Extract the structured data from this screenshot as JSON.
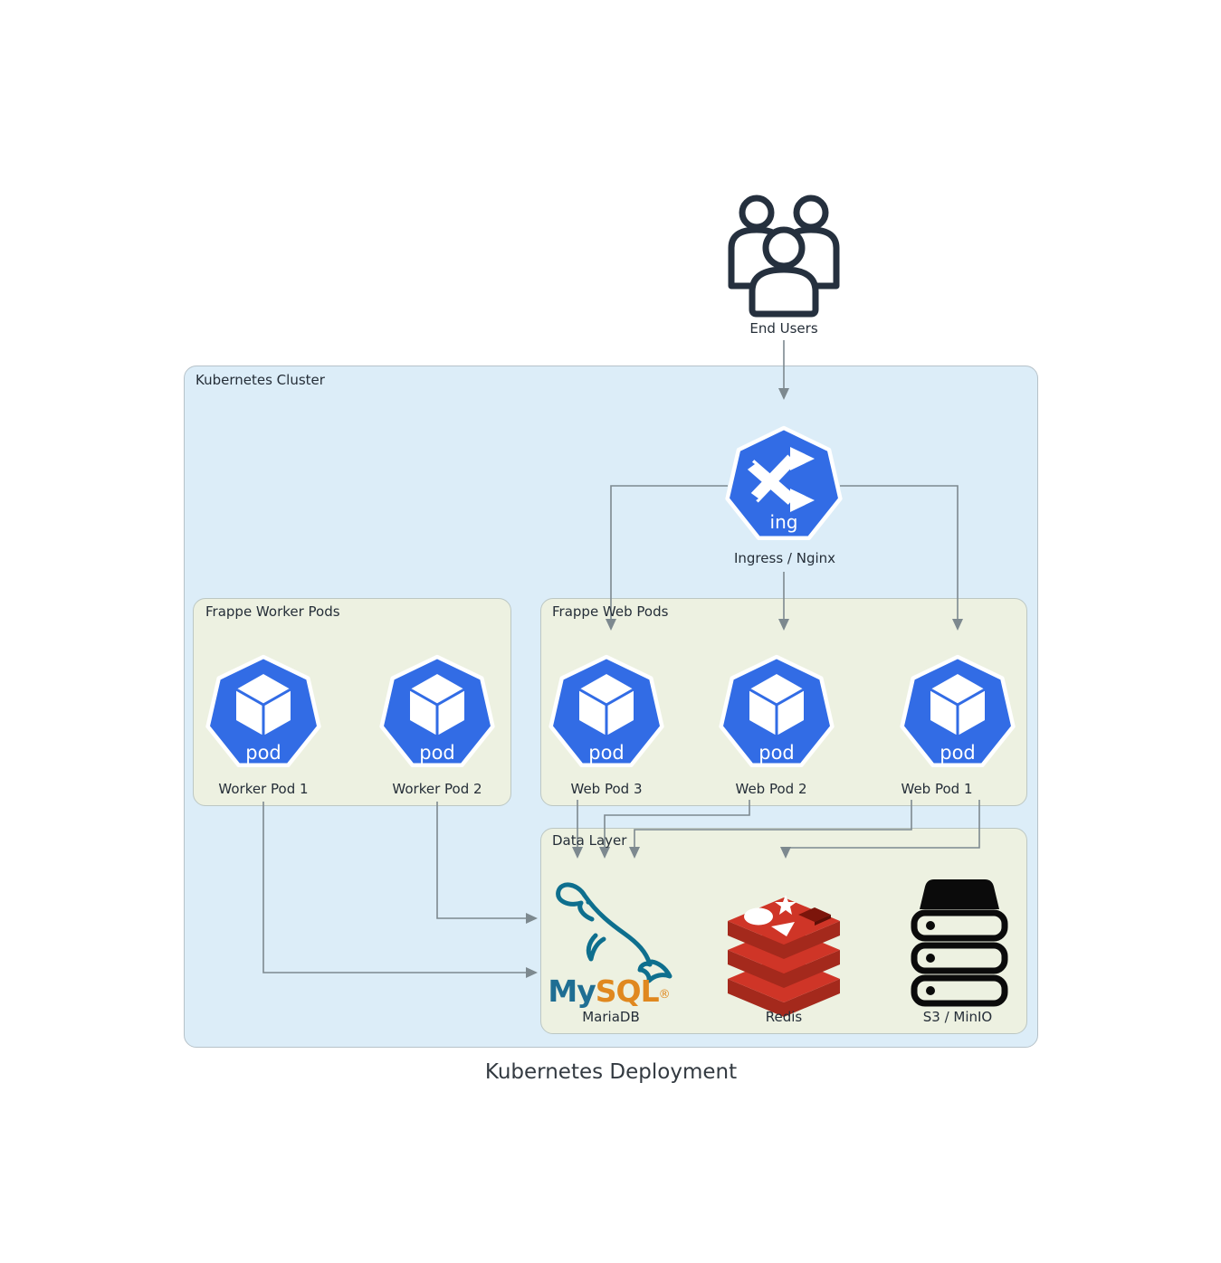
{
  "title": "Kubernetes Deployment",
  "cluster": {
    "label": "Kubernetes Cluster"
  },
  "actors": {
    "end_users": {
      "label": "End Users",
      "icon": "users-group-icon"
    }
  },
  "ingress": {
    "label": "Ingress / Nginx",
    "badge": "ing",
    "icon": "k8s-ingress-icon"
  },
  "groups": {
    "workers": {
      "label": "Frappe Worker Pods",
      "pods": [
        {
          "label": "Worker Pod 1",
          "badge": "pod",
          "icon": "k8s-pod-icon"
        },
        {
          "label": "Worker Pod 2",
          "badge": "pod",
          "icon": "k8s-pod-icon"
        }
      ]
    },
    "web": {
      "label": "Frappe Web Pods",
      "pods": [
        {
          "label": "Web Pod 3",
          "badge": "pod",
          "icon": "k8s-pod-icon"
        },
        {
          "label": "Web Pod 2",
          "badge": "pod",
          "icon": "k8s-pod-icon"
        },
        {
          "label": "Web Pod 1",
          "badge": "pod",
          "icon": "k8s-pod-icon"
        }
      ]
    },
    "data": {
      "label": "Data Layer",
      "items": [
        {
          "label": "MariaDB",
          "icon": "mysql-logo",
          "wordmark": {
            "primary": "My",
            "accent": "SQL",
            "reg": "®"
          }
        },
        {
          "label": "Redis",
          "icon": "redis-logo"
        },
        {
          "label": "S3 / MinIO",
          "icon": "storage-server-icon"
        }
      ]
    }
  },
  "edges": [
    {
      "from": "End Users",
      "to": "Ingress / Nginx"
    },
    {
      "from": "Ingress / Nginx",
      "to": "Web Pod 3"
    },
    {
      "from": "Ingress / Nginx",
      "to": "Web Pod 2"
    },
    {
      "from": "Ingress / Nginx",
      "to": "Web Pod 1"
    },
    {
      "from": "Worker Pod 1",
      "to": "MariaDB"
    },
    {
      "from": "Worker Pod 2",
      "to": "MariaDB"
    },
    {
      "from": "Web Pod 3",
      "to": "MariaDB"
    },
    {
      "from": "Web Pod 2",
      "to": "MariaDB"
    },
    {
      "from": "Web Pod 1",
      "to": "MariaDB"
    },
    {
      "from": "Web Pod 1",
      "to": "Redis"
    }
  ],
  "colors": {
    "cluster_fill": "#dcedf8",
    "group_fill": "#edf1e1",
    "border": "#b6c2c9",
    "edge": "#7d898f",
    "kubernetes_blue": "#326ce5",
    "mysql_teal": "#1f6e93",
    "mysql_orange": "#e0881f",
    "redis_red": "#cf3527",
    "redis_dark": "#a4291c",
    "people_dark": "#25303e",
    "server_black": "#0b0b0b"
  }
}
